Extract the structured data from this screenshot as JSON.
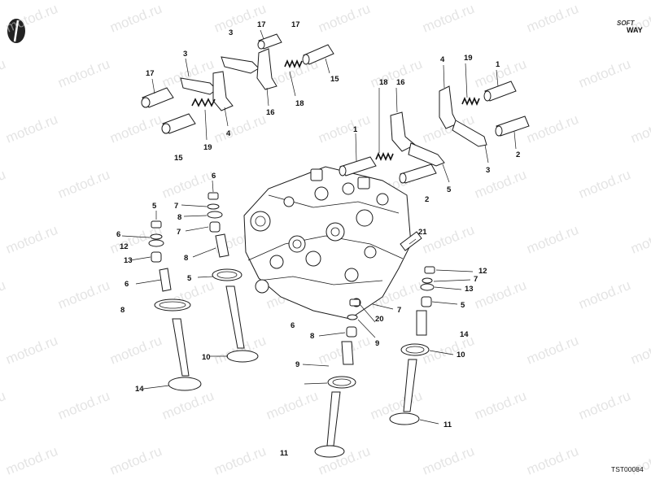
{
  "brand": {
    "top": "SOFT",
    "bottom": "WAY"
  },
  "watermark": "motod.ru",
  "drawing_id": "TST00084",
  "colors": {
    "line": "#1a1a1a",
    "watermark": "#cfcfcf",
    "background": "#ffffff"
  },
  "callouts": [
    "17",
    "3",
    "17",
    "3",
    "15",
    "17",
    "18",
    "16",
    "4",
    "19",
    "1",
    "19",
    "4",
    "15",
    "18",
    "16",
    "1",
    "2",
    "3",
    "5",
    "2",
    "6",
    "5",
    "7",
    "8",
    "6",
    "21",
    "7",
    "12",
    "8",
    "13",
    "5",
    "12",
    "6",
    "7",
    "13",
    "8",
    "5",
    "20",
    "7",
    "6",
    "9",
    "8",
    "14",
    "10",
    "9",
    "10",
    "14",
    "11",
    "11"
  ]
}
